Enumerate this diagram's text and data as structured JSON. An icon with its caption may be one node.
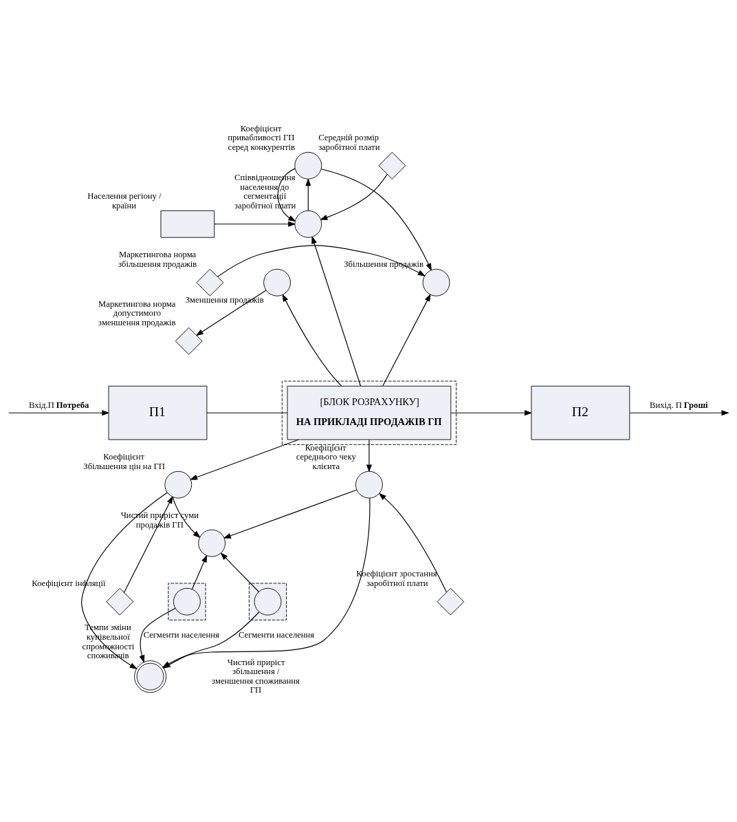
{
  "diagram": {
    "nodes": [
      {
        "text": [],
        "shape": "circle",
        "beside": [
          "Коефіцієнт привабливості ГП серед конкурентів"
        ]
      },
      {
        "text": [],
        "shape": "circle",
        "beside": [
          "Співвідношення населення до сегментації заробітної плати"
        ]
      },
      {
        "text": [],
        "shape": "diamond",
        "beside": [
          "Середній розмір заробітної плати"
        ]
      },
      {
        "text": [],
        "shape": "box",
        "beside": [
          "Населення регіону / країни"
        ]
      },
      {
        "text": [],
        "shape": "diamond",
        "beside": [
          "Маркетингова норма збільшення продажів"
        ]
      },
      {
        "text": [],
        "shape": "circle",
        "beside": [
          "Збільшення продажів"
        ]
      },
      {
        "text": [],
        "shape": "circle",
        "beside": [
          "Зменшення продажів"
        ]
      },
      {
        "text": [],
        "shape": "diamond",
        "beside": [
          "Маркетингова норма допустимого зменшення продажів"
        ]
      },
      {
        "text": [
          "П1"
        ]
      },
      {
        "text": [],
        "shape": "box"
      },
      {
        "text": [
          "[БЛОК РОЗРАХУНКУ]",
          "НА ПРИКЛАДІ ПРОДАЖІВ ГП"
        ],
        "in": 9
      },
      {
        "text": [
          "П2"
        ]
      },
      {
        "text": [],
        "shape": "circle",
        "beside": [
          "Коефіцієнт Збільшення цін на ГП"
        ]
      },
      {
        "text": [],
        "shape": "circle",
        "beside": [
          "Чистий приріст суми продажів ГП"
        ]
      },
      {
        "text": [],
        "shape": "circle",
        "beside": [
          "Коефіцієнт середнього чеку клієнта"
        ]
      },
      {
        "text": [],
        "shape": "box"
      },
      {
        "text": [],
        "shape": "circle",
        "in": 15
      },
      {
        "text": [],
        "shape": "box"
      },
      {
        "text": [],
        "shape": "circle",
        "in": 17
      },
      {
        "text": [],
        "shape": "diamond",
        "beside": [
          "Коефіцієнт інфляції"
        ]
      },
      {
        "text": [],
        "shape": "diamond",
        "beside": [
          "Коефіцієнт зростання заробітної плати"
        ]
      },
      {
        "text": [],
        "shape": "doublecircle",
        "beside": [
          "Темпи зміни купівельної спроможності споживачів"
        ]
      }
    ],
    "edges": [
      {
        "from": 1,
        "to": 0,
        "arrow": "to"
      },
      {
        "from": 0,
        "to": 1,
        "arrow": "to"
      },
      {
        "from": 0,
        "to": 5,
        "arrow": "to"
      },
      {
        "from": 4,
        "to": 5,
        "arrow": "to"
      },
      {
        "from": 2,
        "to": 1,
        "arrow": "to"
      },
      {
        "from": 3,
        "to": 1,
        "arrow": "to"
      },
      {
        "from": 10,
        "to": 1,
        "arrow": "to"
      },
      {
        "from": 10,
        "to": 5,
        "arrow": "to"
      },
      {
        "from": 10,
        "to": 6,
        "arrow": "to"
      },
      {
        "from": 6,
        "to": 7,
        "arrow": "to"
      },
      {
        "from": null,
        "to": 8,
        "arrow": "to",
        "label": "Вхід.П **Потреба**"
      },
      {
        "from": 8,
        "to": 10,
        "arrow": "none"
      },
      {
        "from": 10,
        "to": 11,
        "arrow": "to"
      },
      {
        "from": 11,
        "to": null,
        "arrow": "to",
        "label": "Вихід. П **Гроші**"
      },
      {
        "from": 10,
        "to": 12,
        "arrow": "to"
      },
      {
        "from": 10,
        "to": 14,
        "arrow": "to"
      },
      {
        "from": 12,
        "to": 13,
        "arrow": "to"
      },
      {
        "from": 14,
        "to": 13,
        "arrow": "to"
      },
      {
        "from": 16,
        "to": 13,
        "arrow": "to"
      },
      {
        "from": 18,
        "to": 13,
        "arrow": "to"
      },
      {
        "from": 19,
        "to": 12,
        "arrow": "to"
      },
      {
        "from": 20,
        "to": 14,
        "arrow": "to"
      },
      {
        "from": 16,
        "to": 21,
        "arrow": "to",
        "label": "Сегменти населення"
      },
      {
        "from": 18,
        "to": 21,
        "arrow": "to",
        "label": "Сегменти населення"
      },
      {
        "from": 12,
        "to": 21,
        "arrow": "to"
      },
      {
        "from": 14,
        "to": 21,
        "arrow": "to"
      }
    ],
    "labels": [
      "Чистий приріст збільшення / зменшення споживання ГП"
    ]
  }
}
